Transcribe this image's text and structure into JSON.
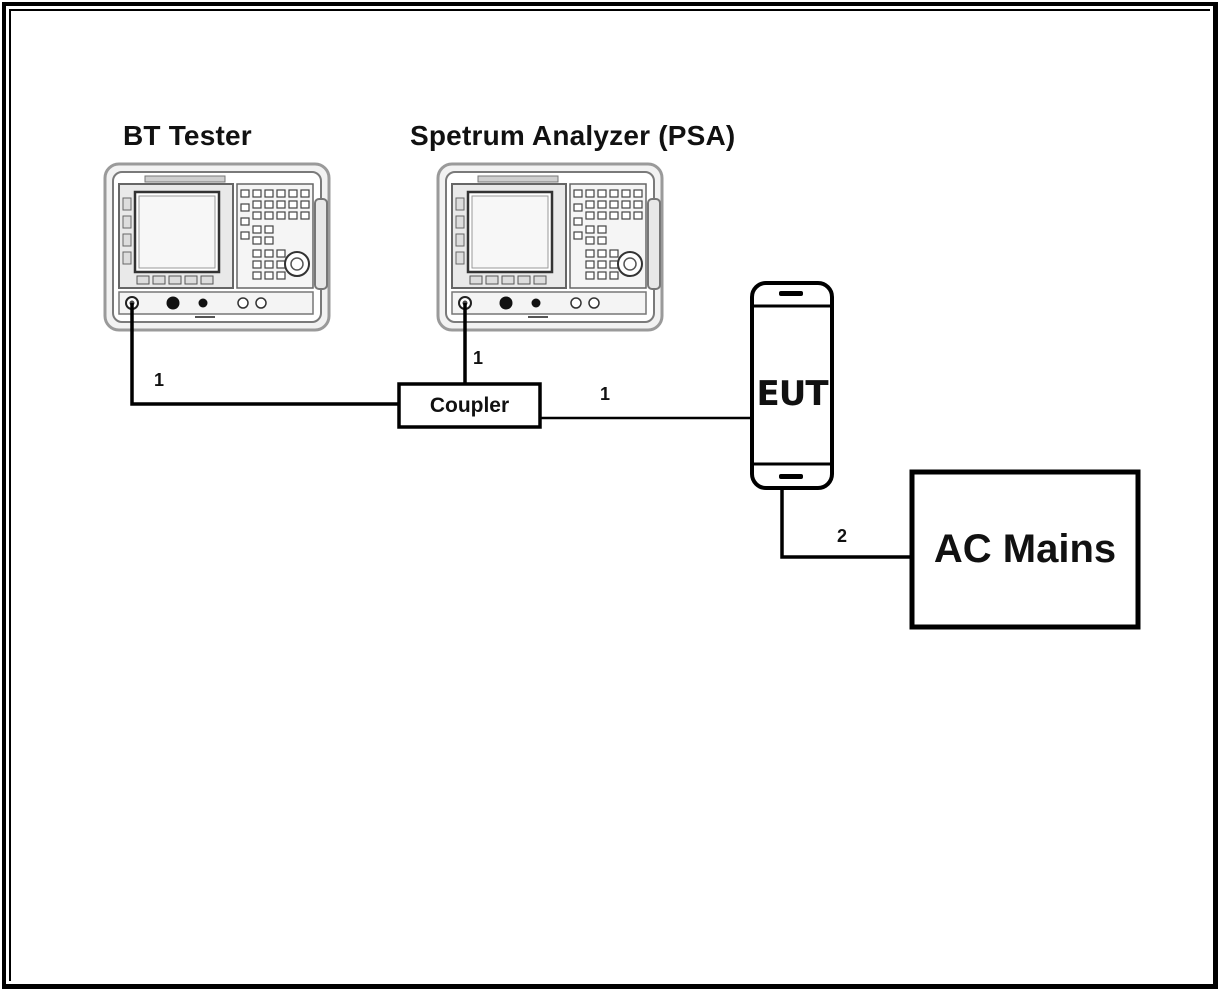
{
  "devices": {
    "bt_tester": {
      "label": "BT Tester"
    },
    "spectrum_analyzer": {
      "label": "Spetrum Analyzer (PSA)"
    },
    "coupler": {
      "label": "Coupler"
    },
    "eut": {
      "label": "EUT"
    },
    "ac_mains": {
      "label": "AC Mains"
    }
  },
  "cables": {
    "tester_to_coupler": "1",
    "analyzer_to_coupler": "1",
    "coupler_to_eut": "1",
    "eut_to_mains": "2"
  }
}
